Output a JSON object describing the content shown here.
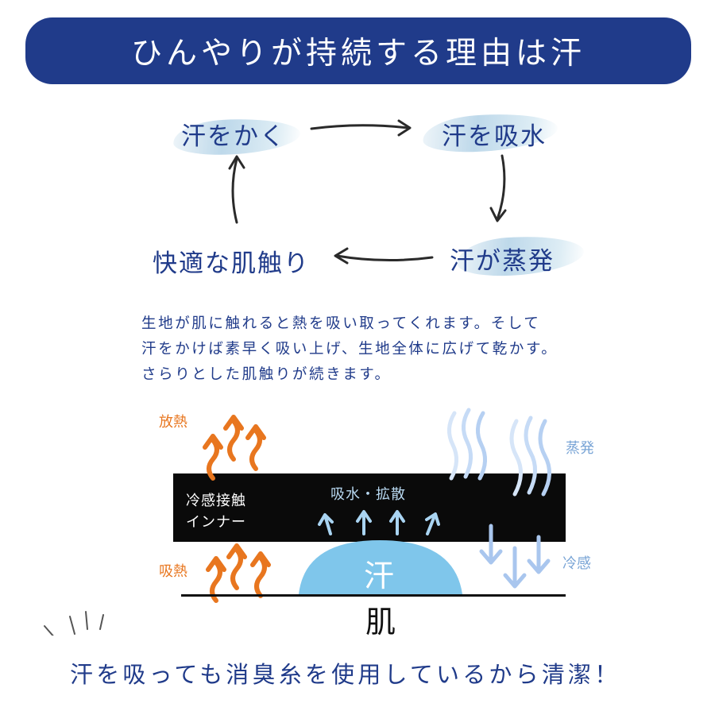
{
  "title": "ひんやりが持続する理由は汗",
  "cycle": {
    "step1": "汗をかく",
    "step2": "汗を吸水",
    "step3": "汗が蒸発",
    "step4": "快適な肌触り"
  },
  "description": [
    "生地が肌に触れると熱を吸い取ってくれます。そして",
    "汗をかけば素早く吸い上げ、生地全体に広げて乾かす。",
    "さらりとした肌触りが続きます。"
  ],
  "diagram": {
    "heat_release": "放熱",
    "heat_absorb": "吸熱",
    "inner_line1": "冷感接触",
    "inner_line2": "インナー",
    "absorb_diffuse": "吸水・拡散",
    "evaporation": "蒸発",
    "cool_feel": "冷感",
    "sweat": "汗",
    "skin": "肌"
  },
  "bottom_note": "汗を吸っても消臭糸を使用しているから清潔！",
  "colors": {
    "navy": "#203b8a",
    "orange": "#e8761f",
    "light_blue": "#7fc6eb",
    "arrow_blue": "#a9c6ee",
    "black": "#0a0a0a"
  }
}
